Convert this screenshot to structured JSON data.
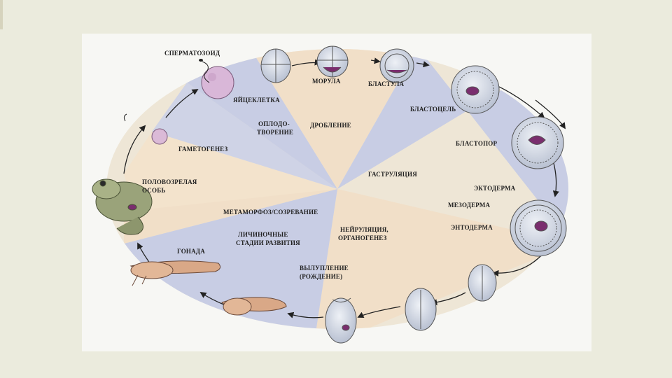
{
  "diagram": {
    "labels": {
      "sperm": "СПЕРМАТОЗОИД",
      "egg": "ЯЙЦЕКЛЕТКА",
      "fertilization_1": "ОПЛОДО-",
      "fertilization_2": "ТВОРЕНИЕ",
      "cleavage": "ДРОБЛЕНИЕ",
      "gametogenesis": "ГАМЕТОГЕНЕЗ",
      "morula": "МОРУЛА",
      "blastula": "БЛАСТУЛА",
      "blastocoel": "БЛАСТОЦЕЛЬ",
      "blastopore": "БЛАСТОПОР",
      "gastrulation": "ГАСТРУЛЯЦИЯ",
      "ectoderm": "ЭКТОДЕРМА",
      "mesoderm": "МЕЗОДЕРМА",
      "endoderm": "ЭНТОДЕРМА",
      "adult_1": "ПОЛОВОЗРЕЛАЯ",
      "adult_2": "ОСОБЬ",
      "metamorphosis": "МЕТАМОРФОЗ/СОЗРЕВАНИЕ",
      "neurulation_1": "НЕЙРУЛЯЦИЯ,",
      "neurulation_2": "ОРГАНОГЕНЕЗ",
      "larval_1": "ЛИЧИНОЧНЫЕ",
      "larval_2": "СТАДИИ РАЗВИТИЯ",
      "gonad": "ГОНАДА",
      "hatching_1": "ВЫЛУПЛЕНИЕ",
      "hatching_2": "(РОЖДЕНИЕ)"
    },
    "colors": {
      "blue_sector": "#c8cde4",
      "peach_sector": "#f1dfc8",
      "arrow": "#222222",
      "embryo_fill": "#d8dde8",
      "yolk": "#7a2e6e",
      "egg": "#d9b7d8",
      "frog": "#9aa37a",
      "tadpole": "#d9a887"
    },
    "icons": [
      "frog-icon",
      "tadpole-icon",
      "egg-cell-icon",
      "sperm-icon",
      "embryo-icon"
    ]
  }
}
